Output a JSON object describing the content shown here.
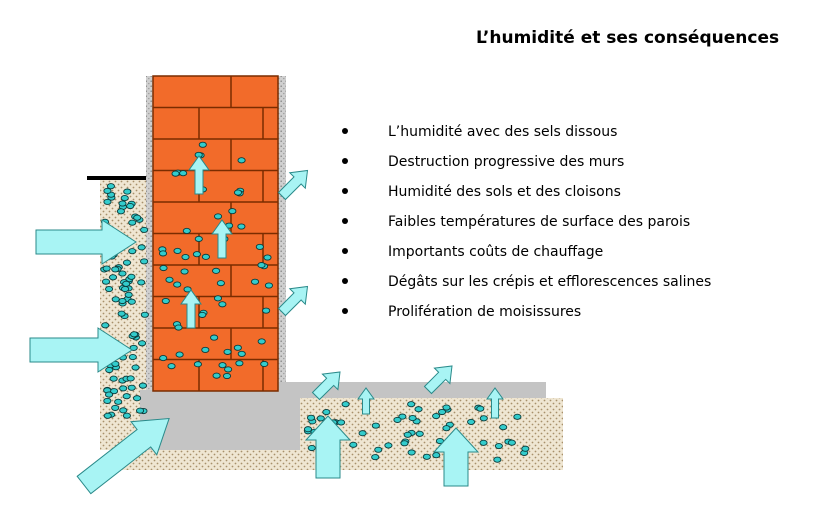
{
  "title": "L’humidité et ses conséquences",
  "consequences": [
    "L’humidité avec des sels dissous",
    "Destruction progressive des murs",
    "Humidité des sols et des cloisons",
    "Faibles températures de surface des parois",
    "Importants coûts de chauffage",
    "Dégâts sur les crépis et efflorescences salines",
    "Prolifération de moisissures"
  ],
  "colors": {
    "brick": "#f26b2a",
    "mortar": "#7a2c00",
    "plaster": "#c8c8c8",
    "soil": "#e8dcc6",
    "slab": "#c0c0c0",
    "water_droplet": "#33cccc",
    "arrow": "#a8f4f4"
  }
}
